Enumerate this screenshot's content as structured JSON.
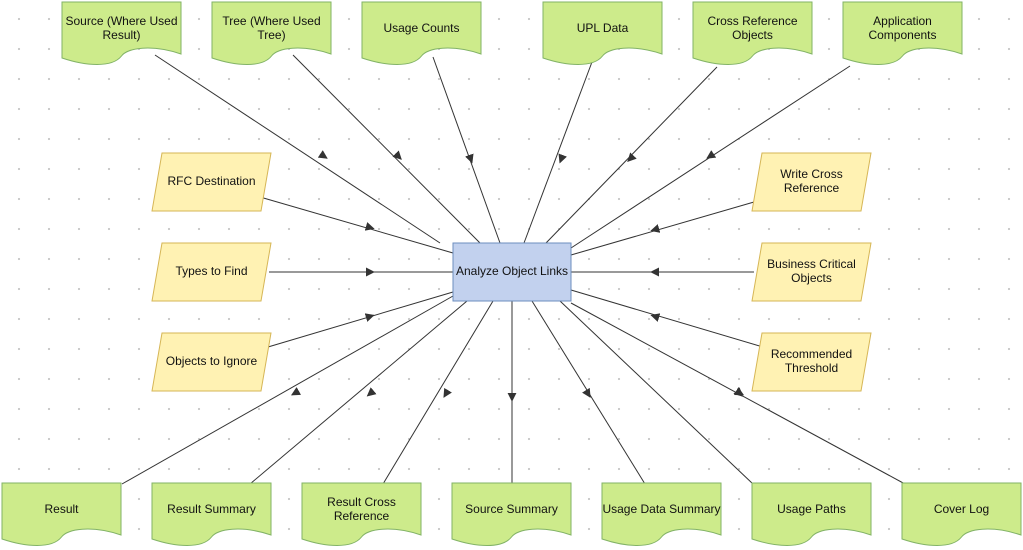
{
  "colors": {
    "document_fill": "#cdeb8b",
    "document_stroke": "#82b366",
    "input_fill": "#fff2b3",
    "input_stroke": "#d6b656",
    "process_fill": "#c2d1ee",
    "process_stroke": "#6c8ebf",
    "edge": "#333333"
  },
  "center": {
    "label": "Analyze Object Links"
  },
  "top_outputs": [
    {
      "id": "t1",
      "label": [
        "Source (Where Used",
        "Result)"
      ]
    },
    {
      "id": "t2",
      "label": [
        "Tree (Where Used",
        "Tree)"
      ]
    },
    {
      "id": "t3",
      "label": [
        "Usage Counts"
      ]
    },
    {
      "id": "t4",
      "label": [
        "UPL Data"
      ]
    },
    {
      "id": "t5",
      "label": [
        "Cross Reference",
        "Objects"
      ]
    },
    {
      "id": "t6",
      "label": [
        "Application",
        "Components"
      ]
    }
  ],
  "left_inputs": [
    {
      "id": "l1",
      "label": [
        "RFC Destination"
      ]
    },
    {
      "id": "l2",
      "label": [
        "Types to Find"
      ]
    },
    {
      "id": "l3",
      "label": [
        "Objects to Ignore"
      ]
    }
  ],
  "right_inputs": [
    {
      "id": "r1",
      "label": [
        "Write Cross",
        "Reference"
      ]
    },
    {
      "id": "r2",
      "label": [
        "Business Critical",
        "Objects"
      ]
    },
    {
      "id": "r3",
      "label": [
        "Recommended",
        "Threshold"
      ]
    }
  ],
  "bottom_outputs": [
    {
      "id": "b1",
      "label": [
        "Result"
      ]
    },
    {
      "id": "b2",
      "label": [
        "Result Summary"
      ]
    },
    {
      "id": "b3",
      "label": [
        "Result Cross",
        "Reference"
      ]
    },
    {
      "id": "b4",
      "label": [
        "Source Summary"
      ]
    },
    {
      "id": "b5",
      "label": [
        "Usage Data Summary"
      ]
    },
    {
      "id": "b6",
      "label": [
        "Usage Paths"
      ]
    },
    {
      "id": "b7",
      "label": [
        "Cover Log"
      ]
    }
  ]
}
